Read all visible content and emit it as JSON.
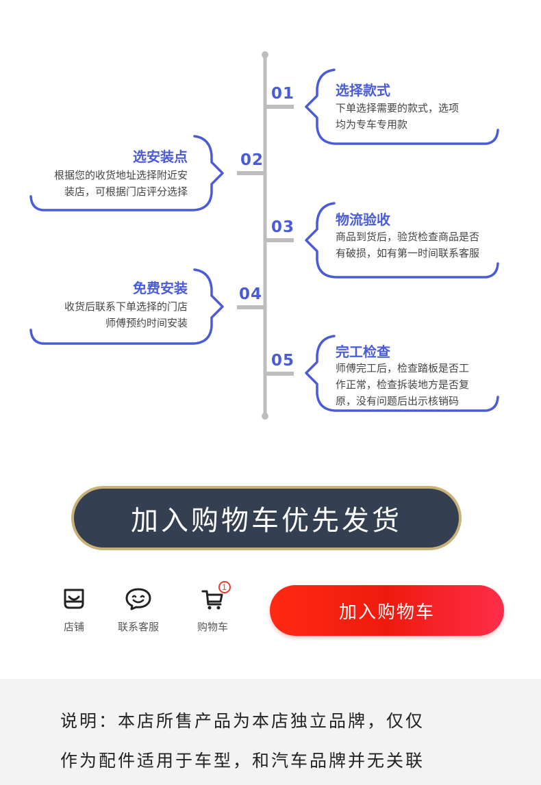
{
  "steps": [
    {
      "num": "01",
      "title": "选择款式",
      "desc": [
        "下单选择需要的款式，选项",
        "均为专车专用款"
      ]
    },
    {
      "num": "02",
      "title": "选安装点",
      "desc": [
        "根据您的收货地址选择附近安",
        "装店，可根据门店评分选择"
      ]
    },
    {
      "num": "03",
      "title": "物流验收",
      "desc": [
        "商品到货后，验货检查商品是否",
        "有破损，如有第一时间联系客服"
      ]
    },
    {
      "num": "04",
      "title": "免费安装",
      "desc": [
        "收货后联系下单选择的门店",
        "师傅预约时间安装"
      ]
    },
    {
      "num": "05",
      "title": "完工检查",
      "desc": [
        "师傅完工后，检查踏板是否工",
        "作正常，检查拆装地方是否复",
        "原，没有问题后出示核销码"
      ]
    }
  ],
  "promo": {
    "text": "加入购物车优先发货"
  },
  "nav": {
    "shop": {
      "label": "店铺",
      "icon": "shop-icon"
    },
    "service": {
      "label": "联系客服",
      "icon": "chat-smile-icon"
    },
    "cart": {
      "label": "购物车",
      "icon": "cart-icon",
      "badge": "1"
    }
  },
  "add_cart": {
    "label": "加入购物车"
  },
  "disclaimer": {
    "lines": [
      "说明：本店所售产品为本店独立品牌，仅仅",
      "作为配件适用于车型，和汽车品牌并无关联"
    ]
  },
  "colors": {
    "accent": "#4a5bd8",
    "banner": "#353f52",
    "banner_border": "#c9b277",
    "cart_red": "#ee1a0e"
  }
}
